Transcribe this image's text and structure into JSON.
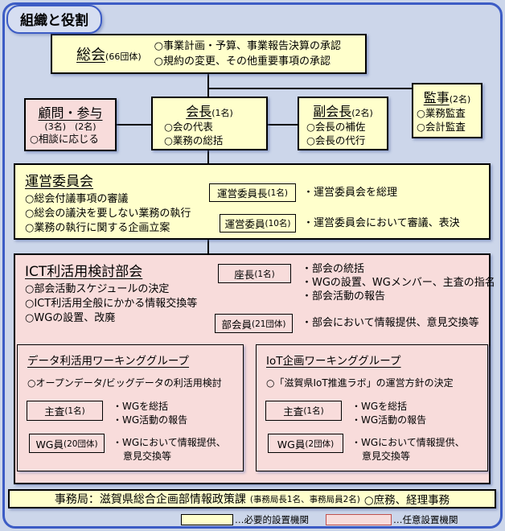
{
  "title_badge": "組織と役割",
  "soukai": {
    "title": "総会",
    "count": "(66団体)",
    "bullets": [
      "○事業計画・予算、事業報告決算の承認",
      "○規約の変更、その他重要事項の承認"
    ]
  },
  "komon": {
    "title": "顧問・参与",
    "count": "(3名)　(2名)",
    "bullets": [
      "○相談に応じる"
    ]
  },
  "kaicho": {
    "title": "会長",
    "count": "(1名)",
    "bullets": [
      "○会の代表",
      "○業務の総括"
    ]
  },
  "fukukaicho": {
    "title": "副会長",
    "count": "(2名)",
    "bullets": [
      "○会長の補佐",
      "○会長の代行"
    ]
  },
  "kanji": {
    "title": "監事",
    "count": "(2名)",
    "bullets": [
      "○業務監査",
      "○会計監査"
    ]
  },
  "unei": {
    "title": "運営委員会",
    "bullets": [
      "○総会付議事項の審議",
      "○総会の議決を要しない業務の執行",
      "○業務の執行に関する企画立案"
    ],
    "chair": {
      "label": "運営委員長",
      "count": "(1名)",
      "desc": "・運営委員会を総理"
    },
    "members": {
      "label": "運営委員",
      "count": "(10名)",
      "desc": "・運営委員会において審議、表決"
    }
  },
  "ict": {
    "title": "ICT利活用検討部会",
    "bullets": [
      "○部会活動スケジュールの決定",
      "○ICT利活用全般にかかる情報交換等",
      "○WGの設置、改廃"
    ],
    "chair": {
      "label": "座長",
      "count": "(1名)",
      "descs": [
        "・部会の統括",
        "・WGの設置、WGメンバー、主査の指名",
        "・部会活動の報告"
      ]
    },
    "members": {
      "label": "部会員",
      "count": "(21団体)",
      "descs": [
        "・部会において情報提供、意見交換等"
      ]
    }
  },
  "wg_data": {
    "title": "データ利活用ワーキンググループ",
    "bullet": "○オープンデータ/ビッグデータの利活用検討",
    "chief": {
      "label": "主査",
      "count": "(1名)",
      "descs": [
        "・WGを総括",
        "・WG活動の報告"
      ]
    },
    "members": {
      "label": "WG員",
      "count": "(20団体)",
      "descs": [
        "・WGにおいて情報提供、",
        "意見交換等"
      ]
    }
  },
  "wg_iot": {
    "title": "IoT企画ワーキンググループ",
    "bullet": "○「滋賀県IoT推進ラボ」の運営方針の決定",
    "chief": {
      "label": "主査",
      "count": "(1名)",
      "descs": [
        "・WGを総括",
        "・WG活動の報告"
      ]
    },
    "members": {
      "label": "WG員",
      "count": "(2団体)",
      "descs": [
        "・WGにおいて情報提供、",
        "意見交換等"
      ]
    }
  },
  "secretariat": {
    "main": "事務局：滋賀県総合企画部情報政策課",
    "sub": "(事務局長1名、事務局員2名)",
    "tail": "○庶務、経理事務"
  },
  "legend": {
    "required": "…必要的設置機関",
    "optional": "…任意設置機関"
  },
  "colors": {
    "background": "#ccd6ea",
    "frame_blue": "#3c5cc5",
    "required_yellow": "#ffffcc",
    "optional_pink": "#f8dcdb",
    "legend_pink_border": "#c0504d",
    "connector": "#000000"
  }
}
